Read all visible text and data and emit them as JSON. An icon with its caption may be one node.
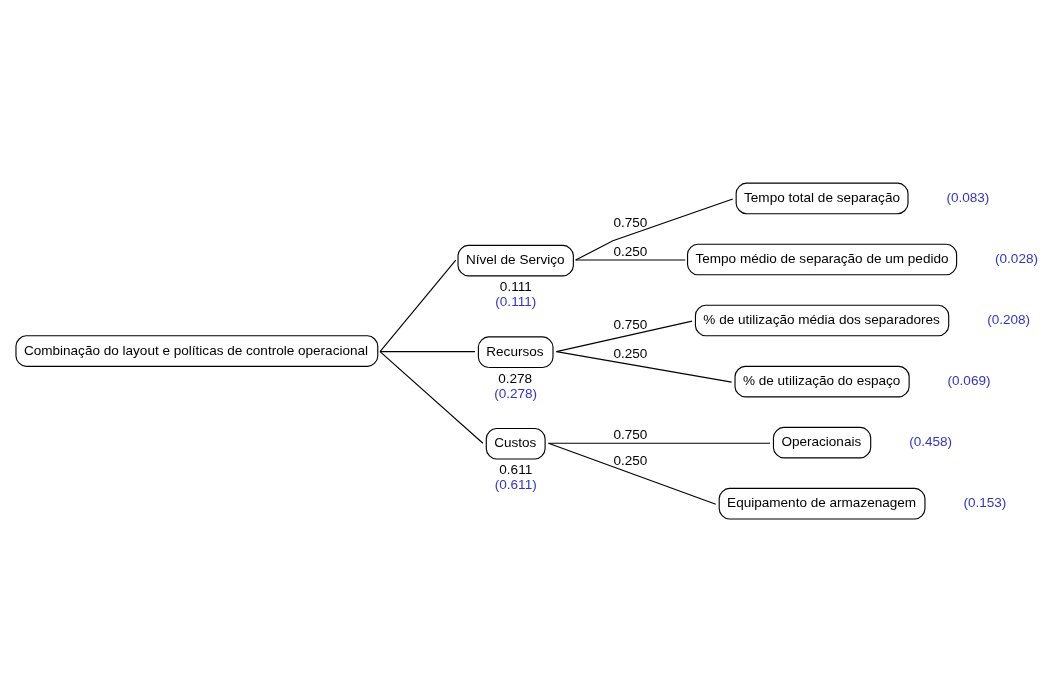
{
  "diagram": {
    "nodes": [
      {
        "text": [
          "Combinação do layout e políticas de controle operacional"
        ]
      },
      {
        "text": [
          "Nível de Serviço"
        ],
        "beside": [
          "0.111",
          "(0.111)"
        ]
      },
      {
        "text": [
          "Tempo total de separação"
        ],
        "beside": [
          "(0.083)"
        ]
      },
      {
        "text": [
          "Tempo médio de separação de um pedido"
        ],
        "beside": [
          "(0.028)"
        ]
      },
      {
        "text": [
          "Recursos"
        ],
        "beside": [
          "0.278",
          "(0.278)"
        ]
      },
      {
        "text": [
          "% de utilização média dos separadores"
        ],
        "beside": [
          "(0.208)"
        ]
      },
      {
        "text": [
          "% de utilização do espaço"
        ],
        "beside": [
          "(0.069)"
        ]
      },
      {
        "text": [
          "Custos"
        ],
        "beside": [
          "0.611",
          "(0.611)"
        ]
      },
      {
        "text": [
          "Operacionais"
        ],
        "beside": [
          "(0.458)"
        ]
      },
      {
        "text": [
          "Equipamento de armazenagem"
        ],
        "beside": [
          "(0.153)"
        ]
      }
    ],
    "edges": [
      {
        "from": 0,
        "to": 1,
        "arrow": "none"
      },
      {
        "from": 0,
        "to": 4,
        "arrow": "none"
      },
      {
        "from": 0,
        "to": 7,
        "arrow": "none"
      },
      {
        "from": 1,
        "to": 2,
        "arrow": "none",
        "label": "0.750"
      },
      {
        "from": 1,
        "to": 3,
        "arrow": "none",
        "label": "0.250"
      },
      {
        "from": 4,
        "to": 5,
        "arrow": "none",
        "label": "0.750"
      },
      {
        "from": 4,
        "to": 6,
        "arrow": "none",
        "label": "0.250"
      },
      {
        "from": 7,
        "to": 8,
        "arrow": "none",
        "label": "0.750"
      },
      {
        "from": 7,
        "to": 9,
        "arrow": "none",
        "label": "0.250"
      }
    ]
  }
}
